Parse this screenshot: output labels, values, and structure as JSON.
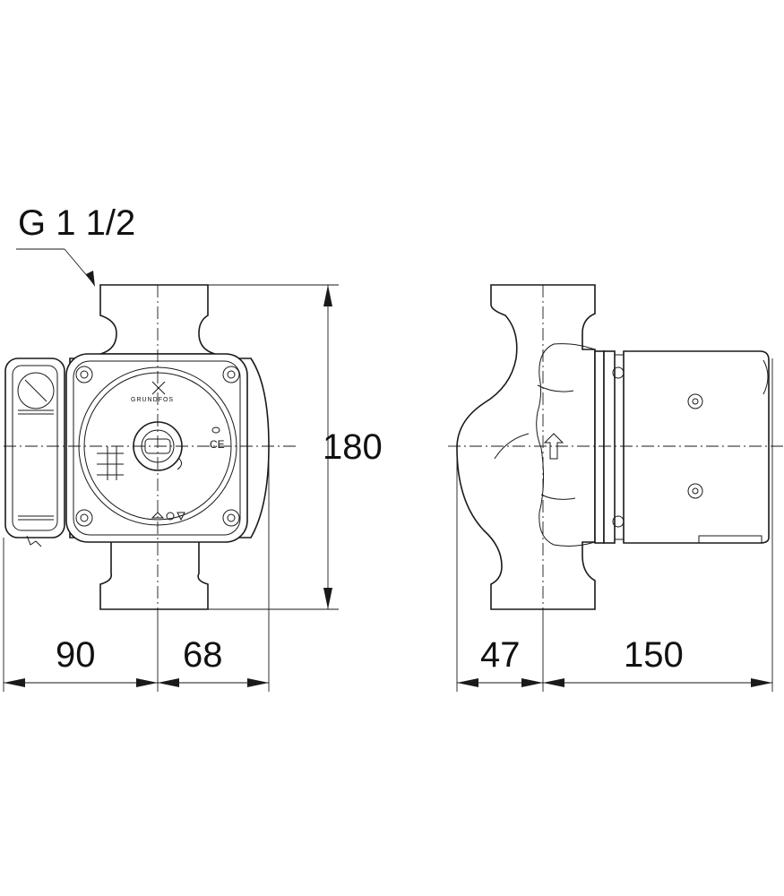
{
  "drawing": {
    "thread_label": "G 1 1/2",
    "brand_text": "GRUNDFOS",
    "ce_mark": "CE",
    "dimensions": {
      "front_height": "180",
      "front_left_width": "90",
      "front_right_width": "68",
      "side_left_width": "47",
      "side_right_width": "150"
    }
  }
}
